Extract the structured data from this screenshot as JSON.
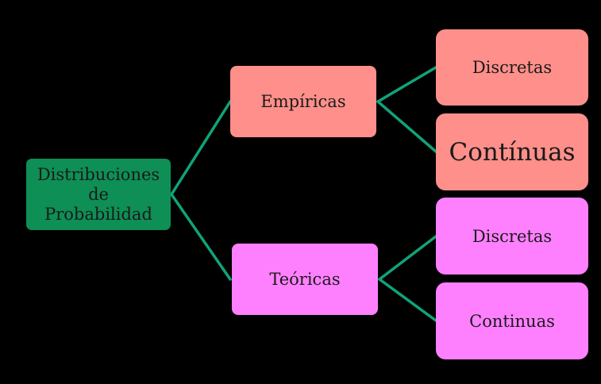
{
  "diagram": {
    "colors": {
      "background": "#000000",
      "connector": "#10a37a",
      "root_fill": "#0d8f55",
      "empiricas_fill": "#ff8f8a",
      "teoricas_fill": "#ff80ff"
    },
    "root": {
      "label": "Distribuciones\nde\nProbabilidad"
    },
    "branches": [
      {
        "label": "Empíricas",
        "children": [
          {
            "label": "Discretas"
          },
          {
            "label": "Contínuas"
          }
        ]
      },
      {
        "label": "Teóricas",
        "children": [
          {
            "label": "Discretas"
          },
          {
            "label": "Continuas"
          }
        ]
      }
    ]
  }
}
